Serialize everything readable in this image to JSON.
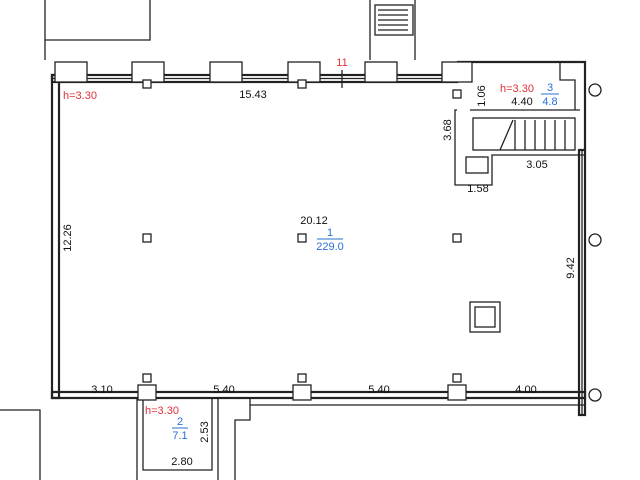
{
  "plan": {
    "axis_label": "11",
    "rooms": [
      {
        "number": "1",
        "area": "229.0",
        "height": ""
      },
      {
        "number": "2",
        "area": "7.1",
        "height": "h=3.30"
      },
      {
        "number": "3",
        "area": "4.8",
        "height": "h=3.30"
      }
    ],
    "main_height": "h=3.30",
    "dimensions": {
      "top_length": "15.43",
      "room3_depth": "1.06",
      "room3_width": "4.40",
      "stair_height": "3.68",
      "stair_width": "3.05",
      "niche_width": "1.58",
      "left_height": "12.26",
      "main_width": "20.12",
      "right_height": "9.42",
      "bottom_seg1": "3.10",
      "bottom_seg2": "5.40",
      "bottom_seg3": "5.40",
      "bottom_seg4": "4.00",
      "room2_depth": "2.53",
      "room2_width": "2.80"
    }
  }
}
